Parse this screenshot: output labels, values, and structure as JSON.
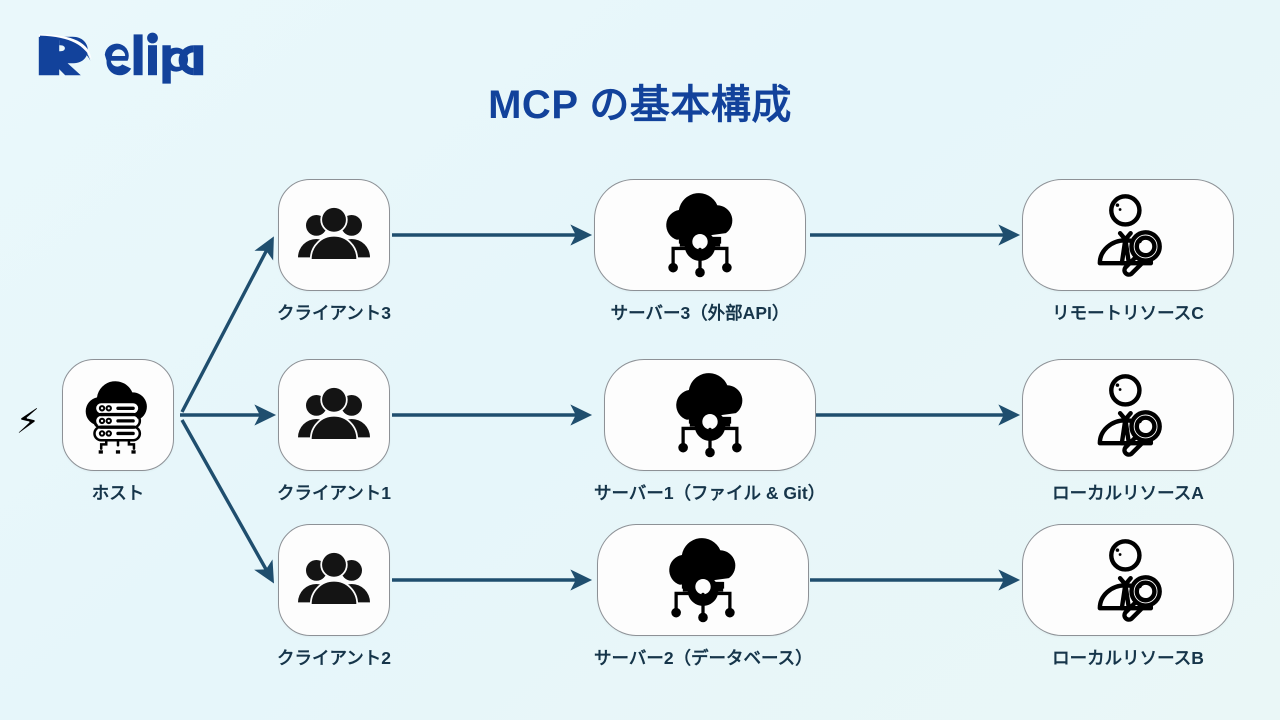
{
  "brand": {
    "logo_text": "Relipa",
    "logo_color": "#12429b"
  },
  "title": "MCP の基本構成",
  "theme": {
    "background": "#e9f7fa",
    "arrow_color": "#1f4e6e",
    "label_color": "#16354a",
    "title_color": "#12429b",
    "node_fill": "#fdfdfd",
    "node_border": "#8d9196"
  },
  "nodes": {
    "host": {
      "label": "ホスト",
      "icon": "cloud-server-icon",
      "badge": "⚡"
    },
    "clients": [
      {
        "label": "クライアント3",
        "icon": "users-group-icon"
      },
      {
        "label": "クライアント1",
        "icon": "users-group-icon"
      },
      {
        "label": "クライアント2",
        "icon": "users-group-icon"
      }
    ],
    "servers": [
      {
        "label": "サーバー3（外部API）",
        "icon": "cloud-gear-network-icon"
      },
      {
        "label": "サーバー1（ファイル & Git）",
        "icon": "cloud-gear-network-icon"
      },
      {
        "label": "サーバー2（データベース）",
        "icon": "cloud-gear-network-icon"
      }
    ],
    "resources": [
      {
        "label": "リモートリソースC",
        "icon": "person-magnifier-icon"
      },
      {
        "label": "ローカルリソースA",
        "icon": "person-magnifier-icon"
      },
      {
        "label": "ローカルリソースB",
        "icon": "person-magnifier-icon"
      }
    ]
  },
  "edges": [
    {
      "from": "ホスト",
      "to": "クライアント3"
    },
    {
      "from": "ホスト",
      "to": "クライアント1"
    },
    {
      "from": "ホスト",
      "to": "クライアント2"
    },
    {
      "from": "クライアント3",
      "to": "サーバー3（外部API）"
    },
    {
      "from": "クライアント1",
      "to": "サーバー1（ファイル & Git）"
    },
    {
      "from": "クライアント2",
      "to": "サーバー2（データベース）"
    },
    {
      "from": "サーバー3（外部API）",
      "to": "リモートリソースC"
    },
    {
      "from": "サーバー1（ファイル & Git）",
      "to": "ローカルリソースA"
    },
    {
      "from": "サーバー2（データベース）",
      "to": "ローカルリソースB"
    }
  ]
}
